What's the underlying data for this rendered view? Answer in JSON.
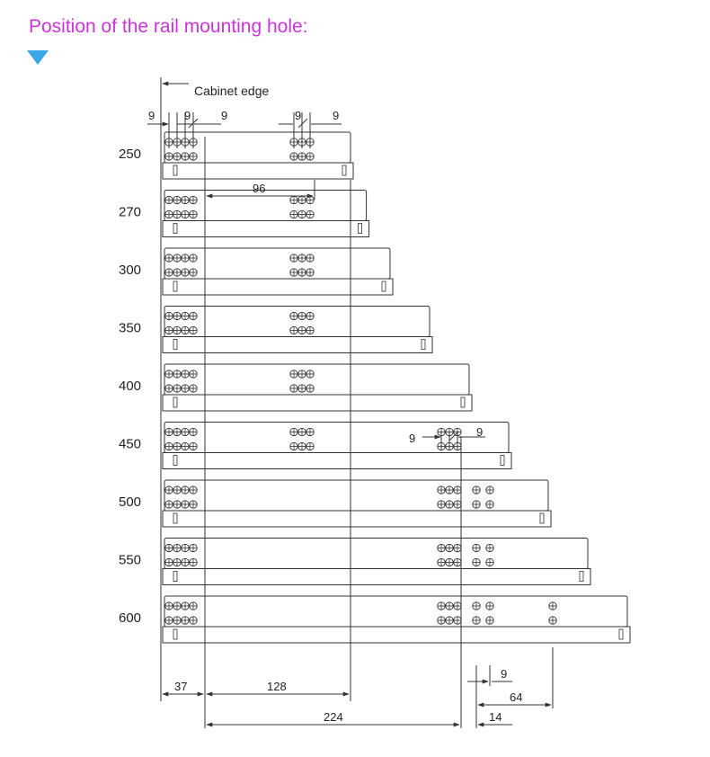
{
  "page": {
    "title": "Position of the rail mounting hole:",
    "title_color": "#cc33dd",
    "marker_color": "#3aa6e6",
    "marker_icon": "triangle-down-icon"
  },
  "diagram": {
    "line_color": "#333333",
    "cabinet_edge_label": "Cabinet edge",
    "rails": [
      {
        "length": "250",
        "hole_groups": [
          [
            0,
            1,
            2,
            3
          ],
          [
            4,
            5,
            6
          ]
        ]
      },
      {
        "length": "270",
        "hole_groups": [
          [
            0,
            1,
            2,
            3
          ],
          [
            4,
            5,
            6
          ]
        ]
      },
      {
        "length": "300",
        "hole_groups": [
          [
            0,
            1,
            2,
            3
          ],
          [
            4,
            5,
            6
          ]
        ]
      },
      {
        "length": "350",
        "hole_groups": [
          [
            0,
            1,
            2,
            3
          ],
          [
            4,
            5,
            6
          ]
        ]
      },
      {
        "length": "400",
        "hole_groups": [
          [
            0,
            1,
            2,
            3
          ],
          [
            4,
            5,
            6
          ]
        ]
      },
      {
        "length": "450",
        "hole_groups": [
          [
            0,
            1,
            2,
            3
          ],
          [
            4,
            5,
            6
          ],
          [
            7,
            8,
            9
          ]
        ]
      },
      {
        "length": "500",
        "hole_groups": [
          [
            0,
            1,
            2,
            3
          ],
          [
            7,
            8,
            9
          ],
          [
            10,
            11
          ]
        ]
      },
      {
        "length": "550",
        "hole_groups": [
          [
            0,
            1,
            2,
            3
          ],
          [
            7,
            8,
            9
          ],
          [
            10,
            11
          ]
        ]
      },
      {
        "length": "600",
        "hole_groups": [
          [
            0,
            1,
            2,
            3
          ],
          [
            7,
            8,
            9
          ],
          [
            10,
            11
          ],
          [
            12
          ]
        ]
      }
    ],
    "dimensions": {
      "top_left_9a": "9",
      "top_left_9b": "9",
      "top_left_9c": "9",
      "top_mid_9a": "9",
      "top_mid_9b": "9",
      "d96": "96",
      "mid_9a": "9",
      "mid_9b": "9",
      "d37": "37",
      "d128": "128",
      "d224": "224",
      "bottom_9": "9",
      "d64": "64",
      "d14": "14"
    }
  }
}
